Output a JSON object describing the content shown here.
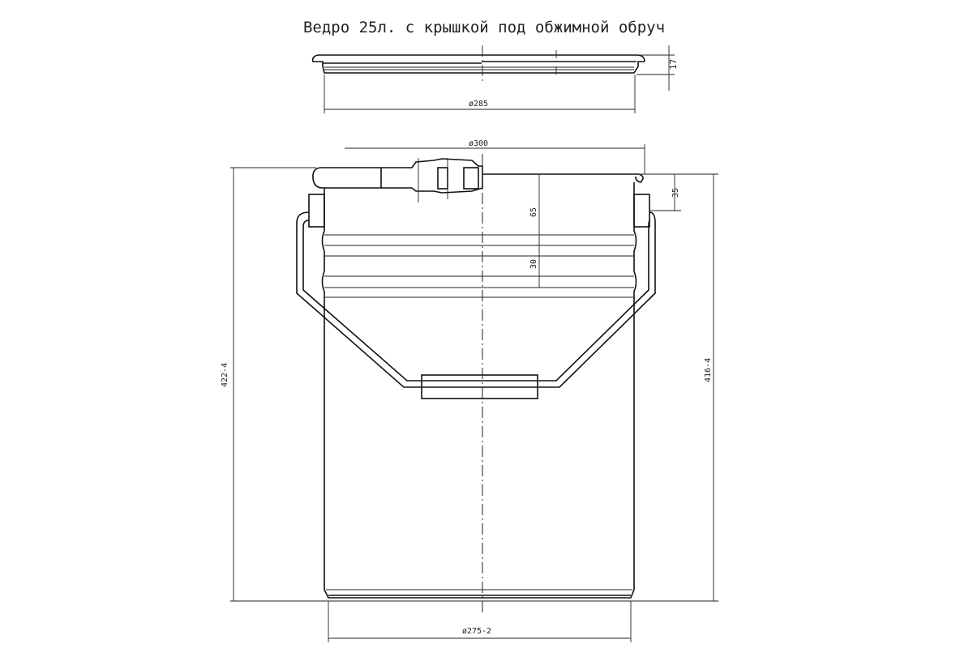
{
  "title": "Ведро 25л. с крышкой под обжимной обруч",
  "dimensions": {
    "lid_height": "17",
    "lid_diameter": "ø285",
    "rim_diameter": "ø300",
    "rim_to_ear": "35",
    "top_to_rib": "65",
    "rib_spacing": "30",
    "total_height": "422-4",
    "body_height": "416-4",
    "bottom_diameter": "ø275-2"
  }
}
